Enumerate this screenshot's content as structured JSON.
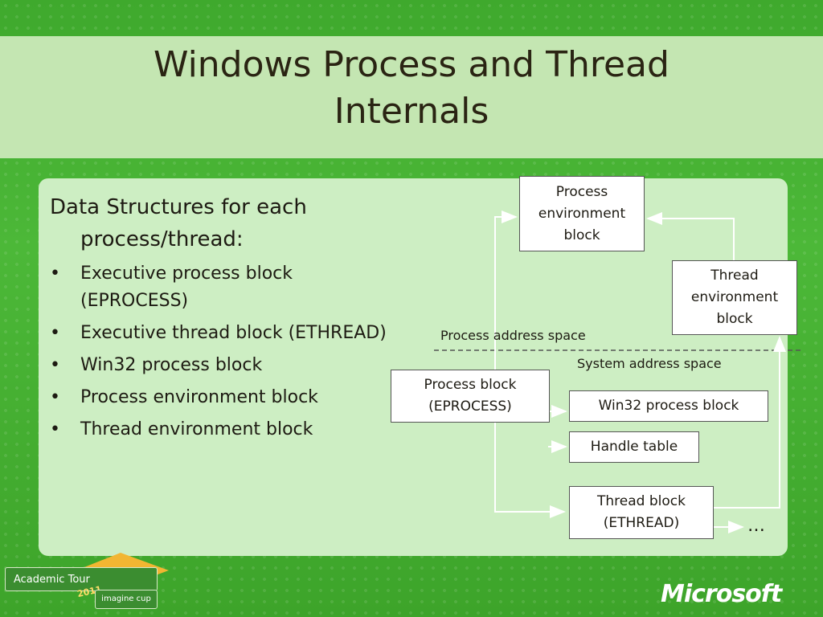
{
  "slide": {
    "title_line1": "Windows Process and Thread",
    "title_line2": "Internals",
    "heading_line1": "Data Structures for each",
    "heading_line2": "process/thread:",
    "bullets": [
      "Executive process block",
      "(EPROCESS)",
      "Executive thread block (ETHREAD)",
      "Win32 process block",
      "Process environment block",
      "Thread environment block"
    ],
    "bullet_glyph": "•"
  },
  "diagram": {
    "peb": [
      "Process",
      "environment",
      "block"
    ],
    "teb": [
      "Thread",
      "environment",
      "block"
    ],
    "process_address_space": "Process address space",
    "system_address_space": "System address space",
    "eprocess": [
      "Process block",
      "(EPROCESS)"
    ],
    "win32": "Win32 process block",
    "handle_table": "Handle table",
    "ethread": [
      "Thread block",
      "(ETHREAD)"
    ],
    "ellipsis": "…",
    "line_color": "#ffffff",
    "divider_color": "#555555"
  },
  "branding": {
    "academic_tour": "Academic Tour",
    "year": "2011",
    "imagine_cup": "imagine cup",
    "microsoft": "Microsoft"
  },
  "colors": {
    "background": "#44b031",
    "title_band": "#c4e6b2",
    "content_panel": "#cdeec3",
    "text": "#1d1a12"
  }
}
